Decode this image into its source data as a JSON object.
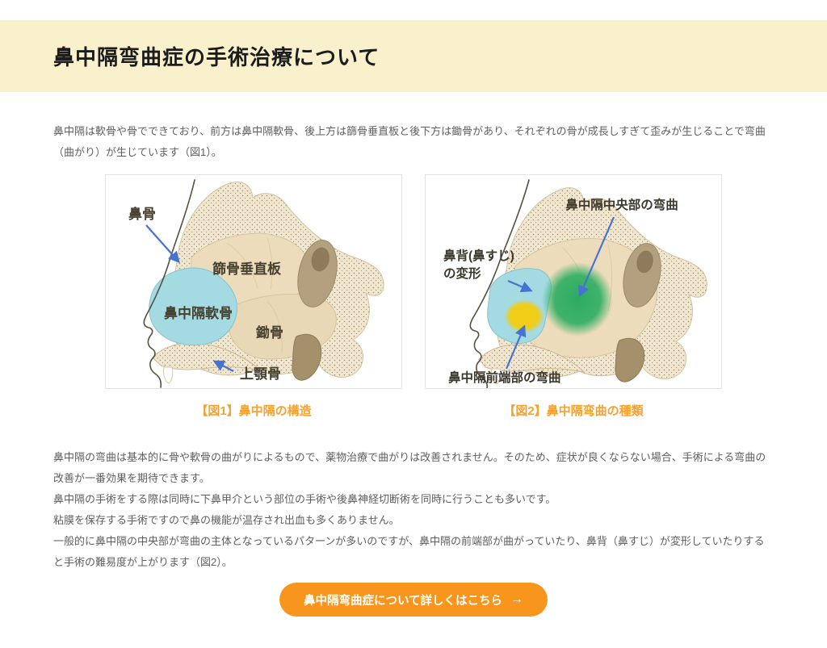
{
  "header": {
    "title": "鼻中隔弯曲症の手術治療について",
    "band_color": "#f8f1cc"
  },
  "intro": {
    "text": "鼻中隔は軟骨や骨でできており、前方は鼻中隔軟骨、後上方は篩骨垂直板と後下方は鋤骨があり、それぞれの骨が成長しすぎて歪みが生じることで弯曲（曲がり）が生じています（図1）。"
  },
  "figures": [
    {
      "caption": "【図1】鼻中隔の構造",
      "labels": {
        "nasal_bone": "鼻骨",
        "ethmoid_plate": "篩骨垂直板",
        "septal_cartilage": "鼻中隔軟骨",
        "vomer": "鋤骨",
        "maxilla": "上顎骨"
      }
    },
    {
      "caption": "【図2】鼻中隔弯曲の種類",
      "labels": {
        "central_deviation": "鼻中隔中央部の弯曲",
        "dorsum_line1": "鼻背(鼻すじ)",
        "dorsum_line2": "の変形",
        "anterior_deviation": "鼻中隔前端部の弯曲"
      }
    }
  ],
  "body": {
    "paragraphs": [
      "鼻中隔の弯曲は基本的に骨や軟骨の曲がりによるもので、薬物治療で曲がりは改善されません。そのため、症状が良くならない場合、手術による弯曲の改善が一番効果を期待できます。",
      "鼻中隔の手術をする際は同時に下鼻甲介という部位の手術や後鼻神経切断術を同時に行うことも多いです。",
      "粘膜を保存する手術ですので鼻の機能が温存され出血も多くありません。",
      "一般的に鼻中隔の中央部が弯曲の主体となっているパターンが多いのですが、鼻中隔の前端部が曲がっていたり、鼻背（鼻すじ）が変形していたりすると手術の難易度が上がります（図2）。"
    ]
  },
  "cta": {
    "label": "鼻中隔弯曲症について詳しくはこちら",
    "arrow": "→"
  },
  "colors": {
    "band": "#f8f1cc",
    "caption_orange": "#f8a12f",
    "button_orange": "#f8951d",
    "body_text": "#5f5f5f",
    "title_text": "#1c1c1c",
    "cartilage_blue": "#a4dae2",
    "highlight_green": "#2cae61",
    "highlight_yellow": "#f1ce15",
    "annotation_arrow_blue": "#4573d3"
  }
}
